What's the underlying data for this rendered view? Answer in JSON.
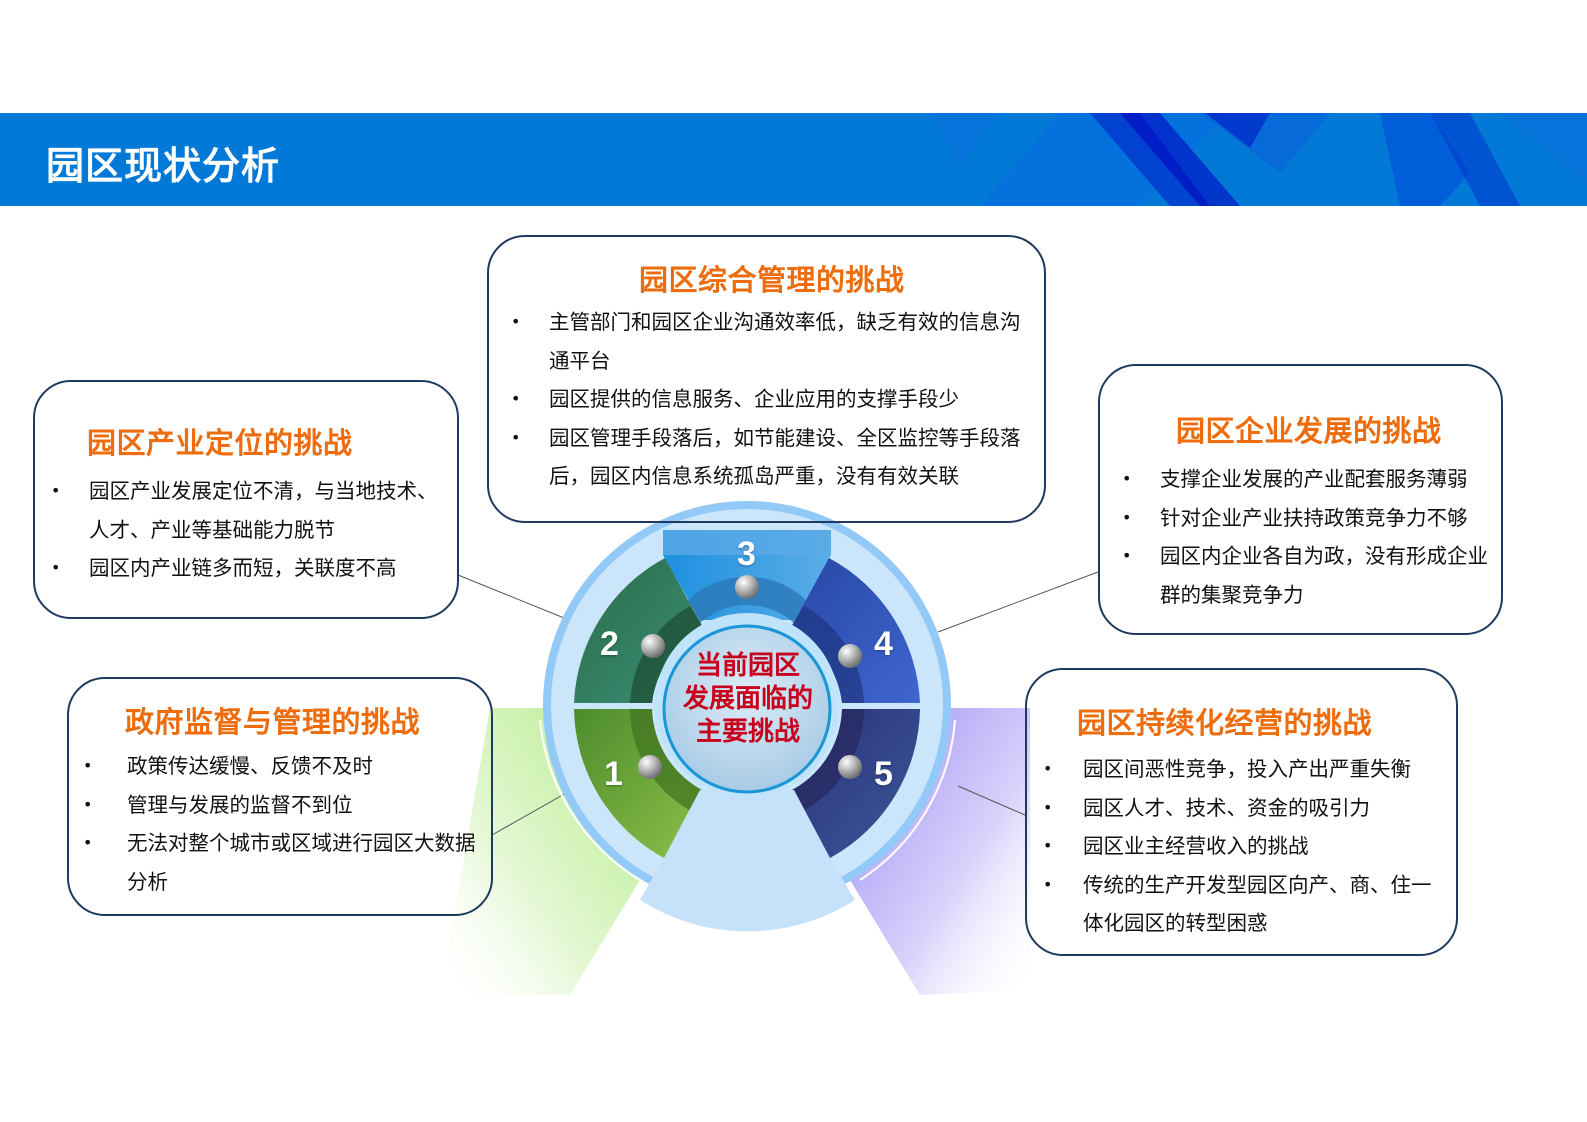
{
  "header": {
    "title": "园区现状分析",
    "background_color": "#0278d7"
  },
  "center": {
    "lines": [
      "当前园区",
      "发展面临的",
      "主要挑战"
    ],
    "text_color": "#c8001b"
  },
  "segments": [
    {
      "number": "1",
      "color": "#6aa83a"
    },
    {
      "number": "2",
      "color": "#2f7a5a"
    },
    {
      "number": "3",
      "color": "#3a9be0"
    },
    {
      "number": "4",
      "color": "#2f56b8"
    },
    {
      "number": "5",
      "color": "#2e3f8a"
    }
  ],
  "boxes": {
    "top": {
      "segment": "3",
      "title": "园区综合管理的挑战",
      "bullets": [
        "主管部门和园区企业沟通效率低，缺乏有效的信息沟通平台",
        "园区提供的信息服务、企业应用的支撑手段少",
        "园区管理手段落后，如节能建设、全区监控等手段落后，园区内信息系统孤岛严重，没有有效关联"
      ]
    },
    "left_top": {
      "segment": "2",
      "title": "园区产业定位的挑战",
      "bullets": [
        "园区产业发展定位不清，与当地技术、人才、产业等基础能力脱节",
        "园区内产业链多而短，关联度不高"
      ]
    },
    "right_top": {
      "segment": "4",
      "title": "园区企业发展的挑战",
      "bullets": [
        "支撑企业发展的产业配套服务薄弱",
        "针对企业产业扶持政策竞争力不够",
        "园区内企业各自为政，没有形成企业群的集聚竞争力"
      ]
    },
    "left_bottom": {
      "segment": "1",
      "title": "政府监督与管理的挑战",
      "bullets": [
        "政策传达缓慢、反馈不及时",
        "管理与发展的监督不到位",
        "无法对整个城市或区域进行园区大数据分析"
      ]
    },
    "right_bottom": {
      "segment": "5",
      "title": "园区持续化经营的挑战",
      "bullets": [
        "园区间恶性竞争，投入产出严重失衡",
        "园区人才、技术、资金的吸引力",
        "园区业主经营收入的挑战",
        "传统的生产开发型园区向产、商、住一体化园区的转型困惑"
      ]
    }
  },
  "colors": {
    "title_orange": "#ec6c0e",
    "box_border": "#1f3a5f",
    "ring_light": "#cbe6fb",
    "ring_border": "#93c9f7"
  }
}
